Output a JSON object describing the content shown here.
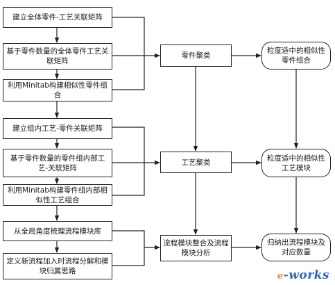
{
  "left_steps": [
    "建立全体零件-工艺关联矩阵",
    "基于零件数量的全体零件工艺关联矩阵",
    "利用Minitab构建相似性零件组合",
    "建立组内工艺-零件关联矩阵",
    "基于零件数量的零件组内部工艺-关联矩阵",
    "利用Minitab构建零件组内部相似性工艺组合",
    "从全局角度梳理流程模块库",
    "定义新流程加入时流程分解和模块归属思路"
  ],
  "middle_steps": [
    "零件聚类",
    "工艺聚类",
    "流程模块整合及流程模块分析"
  ],
  "right_outputs": [
    "粒度适中的相似性零件组合",
    "粒度适中的相似性工艺模块",
    "归纳出流程模块及对应数量"
  ],
  "watermark": {
    "prefix": "e",
    "suffix": "works"
  }
}
